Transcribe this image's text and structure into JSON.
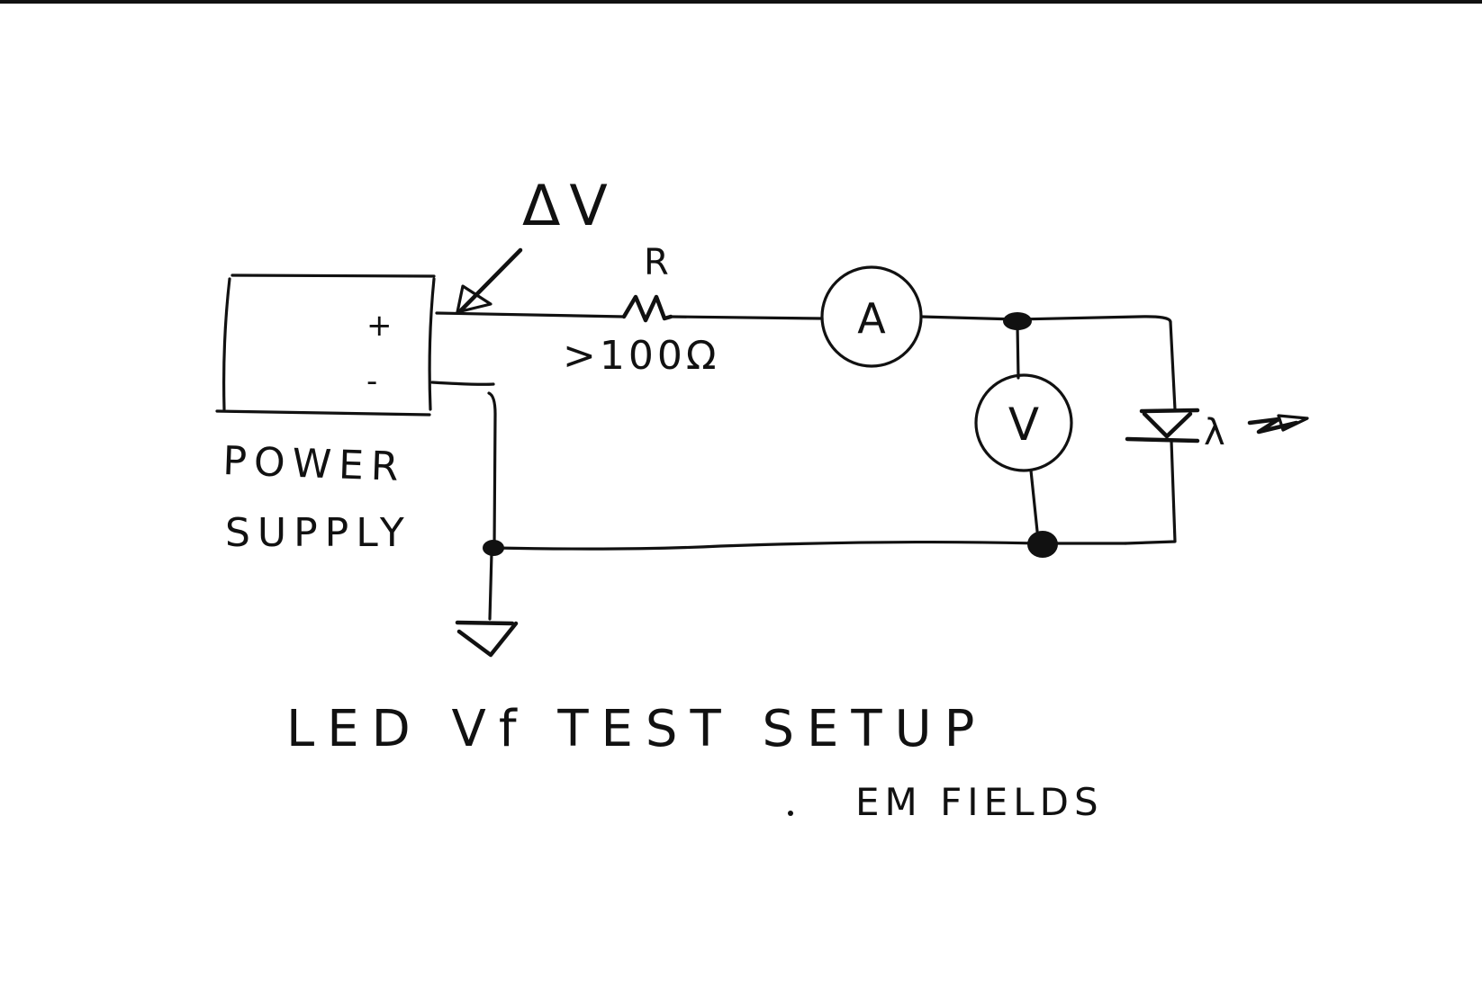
{
  "diagram": {
    "title": "LED Vf TEST SETUP",
    "subtitle": "EM FIELDS",
    "ink_color": "#111111",
    "paper_color": "#ffffff",
    "power_supply": {
      "label_line1": "POWER",
      "label_line2": "SUPPLY",
      "plus_terminal": "+",
      "minus_terminal": "-"
    },
    "delta_v_annotation": "ΔV",
    "resistor": {
      "label": "R",
      "value": ">100Ω"
    },
    "ammeter": {
      "symbol": "A"
    },
    "voltmeter": {
      "symbol": "V"
    },
    "led": {
      "wavelength_symbol": "λ"
    },
    "ground": {
      "symbol": "ground"
    }
  }
}
